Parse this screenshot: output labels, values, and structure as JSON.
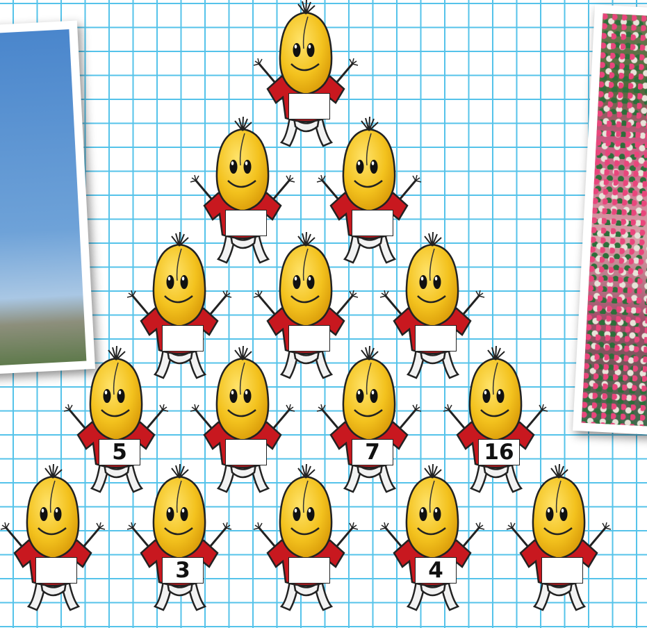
{
  "pyramid": {
    "rows": [
      {
        "boxes": [
          ""
        ]
      },
      {
        "boxes": [
          "",
          ""
        ]
      },
      {
        "boxes": [
          "",
          "",
          ""
        ]
      },
      {
        "boxes": [
          "5",
          "",
          "7",
          "16"
        ]
      },
      {
        "boxes": [
          "",
          "3",
          "",
          "4",
          ""
        ]
      }
    ]
  },
  "colors": {
    "grid": "#55c3ea",
    "body": "#f3c21e",
    "shirt": "#c8181f"
  }
}
